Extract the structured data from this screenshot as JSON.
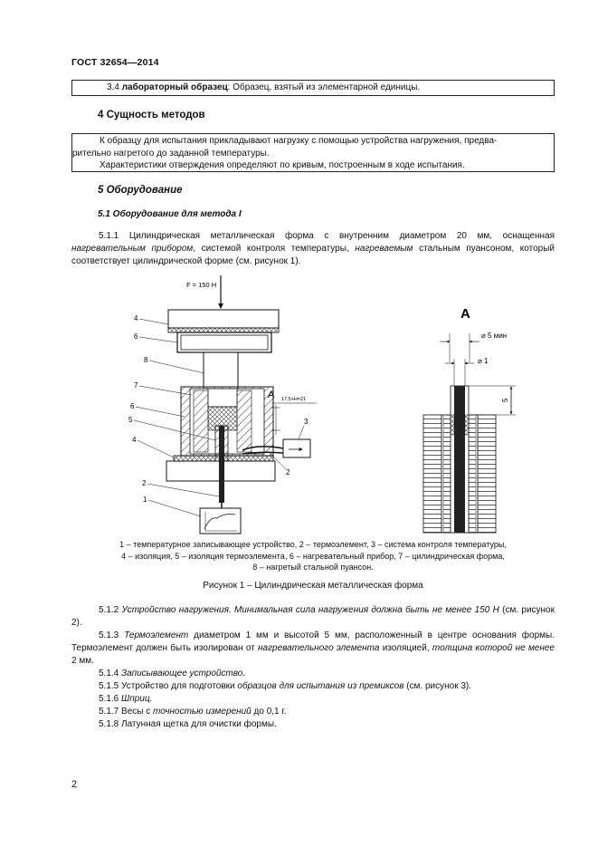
{
  "header": {
    "doc_code": "ГОСТ 32654—2014"
  },
  "definition_box": {
    "number": "3.4",
    "term": "лабораторный образец",
    "definition": ": Образец, взятый из элементарной единицы."
  },
  "section4": {
    "title": "4 Сущность методов",
    "box_line1": "К образцу для испытания прикладывают нагрузку с помощью устройства нагружения, предва-",
    "box_line2": "рительно нагретого до заданной температуры.",
    "box_line3": "Характеристики отверждения определяют по кривым, построенным в ходе испытания."
  },
  "section5": {
    "title": "5 Оборудование",
    "sub51_title": "5.1 Оборудование для метода I",
    "p511": {
      "a": "5.1.1 Цилиндрическая металлическая форма с внутренним диаметром 20 мм, оснащенная ",
      "b": "нагревательным прибором",
      "c": ", системой контроля температуры, ",
      "d": "нагреваемым",
      "e": " стальным пуансоном, который соответствует цилиндрической форме (см. рисунок 1)."
    }
  },
  "figure": {
    "force_label": "F = 150 Н",
    "callouts": [
      "4",
      "6",
      "8",
      "7",
      "6",
      "5",
      "4",
      "2",
      "1",
      "3",
      "2"
    ],
    "view_letter_small": "A",
    "dim_top": "17,5+Н=21",
    "view_letter": "A",
    "dim_5min": "⌀ 5 мин",
    "dim_1": "⌀ 1",
    "dim_5": "5",
    "legend_line1": "1 – температурное записывающее устройство, 2 – термоэлемент, 3 – система контроля температуры,",
    "legend_line2": "4 – изоляция, 5 – изоляция термоэлемента, 6 – нагревательный прибор, 7 – цилиндрическая форма,",
    "legend_line3": "8 – нагретый стальной пуансон.",
    "caption": "Рисунок 1 – Цилиндрическая металлическая форма"
  },
  "items": {
    "p512_a": "5.1.2 ",
    "p512_b": "Устройство нагружения. Минимальная сила нагружения должна быть не менее 150 Н",
    "p512_c": " (см. рисунок 2).",
    "p513_a": "5.1.3 ",
    "p513_b": "Термоэлемент",
    "p513_c": " диаметром 1 мм и высотой 5 мм, расположенный в центре основания формы. Термоэлемент должен быть изолирован от ",
    "p513_d": "нагревательного элемента",
    "p513_e": " изоляцией, ",
    "p513_f": "толщина которой не менее",
    "p513_g": " 2 мм.",
    "p514_a": "5.1.4 ",
    "p514_b": "Записывающее устройство.",
    "p515_a": "5.1.5 Устройство для подготовки ",
    "p515_b": "образцов для испытания из премиксов",
    "p515_c": " (см. рисунок 3).",
    "p516_a": "5.1.6 ",
    "p516_b": "Шприц.",
    "p517_a": "5.1.7 Весы с ",
    "p517_b": "точностью измерений",
    "p517_c": " до 0,1 г.",
    "p518": "5.1.8 Латунная щетка для очистки формы."
  },
  "page_number": "2"
}
